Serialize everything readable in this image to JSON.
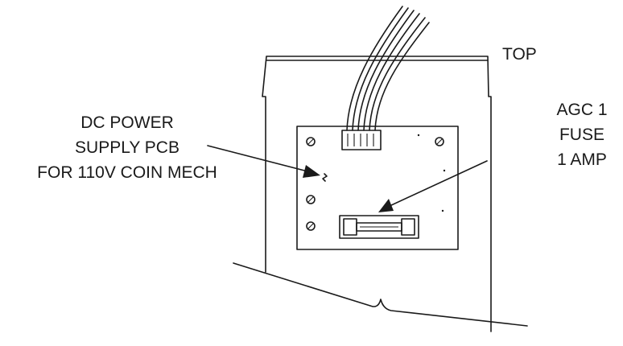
{
  "labels": {
    "top": "TOP",
    "pcb_line1": "DC POWER",
    "pcb_line2": "SUPPLY PCB",
    "pcb_line3": "FOR 110V COIN MECH",
    "fuse_line1": "AGC 1",
    "fuse_line2": "FUSE",
    "fuse_line3": "1 AMP"
  },
  "colors": {
    "line": "#1a1a1a",
    "background": "#ffffff"
  }
}
